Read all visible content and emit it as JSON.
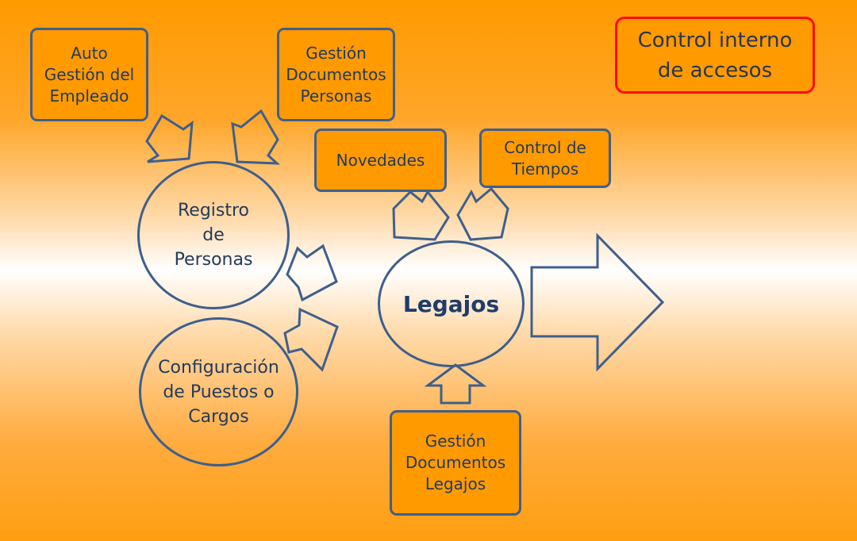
{
  "title": "Control interno\nde accesos",
  "boxes": {
    "auto_gestion": "Auto\nGestión del\nEmpleado",
    "gestion_doc_personas": "Gestión\nDocumentos\nPersonas",
    "novedades": "Novedades",
    "control_tiempos": "Control de\nTiempos",
    "gestion_doc_legajos": "Gestión\nDocumentos\nLegajos"
  },
  "circles": {
    "registro": "Registro\nde\nPersonas",
    "configuracion": "Configuración\nde Puestos o\nCargos",
    "legajos": "Legajos"
  },
  "colors": {
    "shape_outline": "#3f5f8c",
    "text": "#243a5e",
    "title_border": "#ff0a0a",
    "box_fill": "#ff9a00"
  }
}
